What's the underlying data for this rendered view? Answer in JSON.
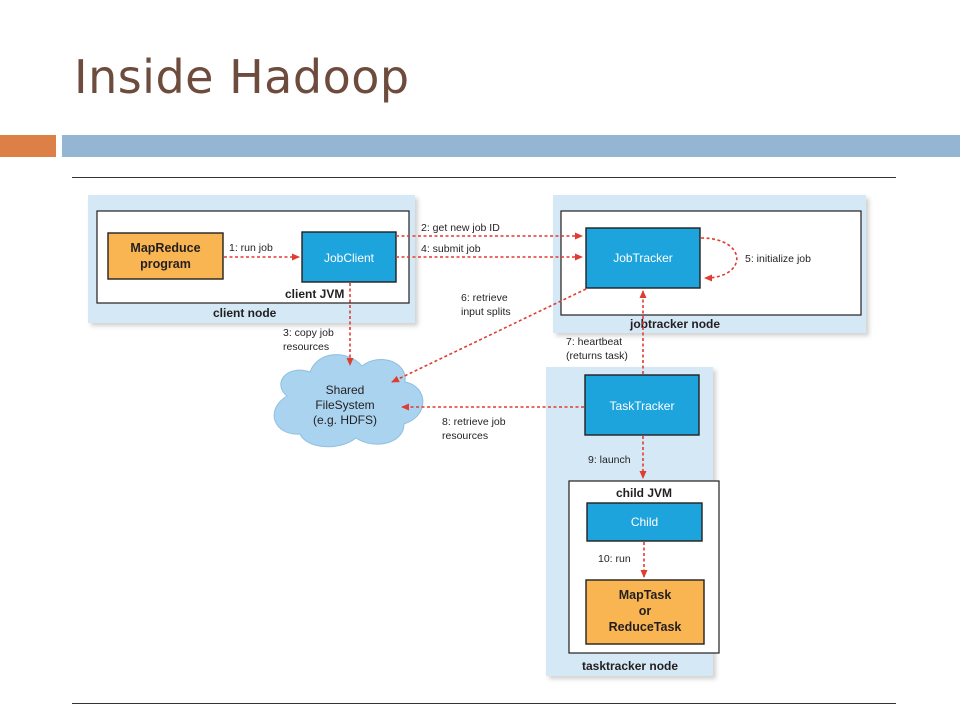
{
  "slide": {
    "title": "Inside Hadoop"
  },
  "diagram": {
    "nodes": {
      "client_node": "client node",
      "client_jvm": "client JVM",
      "mapreduce_program": [
        "MapReduce",
        "program"
      ],
      "jobclient": "JobClient",
      "jobtracker_node": "jobtracker node",
      "jobtracker": "JobTracker",
      "shared_fs": [
        "Shared",
        "FileSystem",
        "(e.g. HDFS)"
      ],
      "tasktracker_node": "tasktracker node",
      "tasktracker": "TaskTracker",
      "child_jvm": "child JVM",
      "child": "Child",
      "maptask": [
        "MapTask",
        "or",
        "ReduceTask"
      ]
    },
    "steps": {
      "s1": [
        "1: run job"
      ],
      "s2": [
        "2: get new job ID"
      ],
      "s3": [
        "3: copy job",
        "resources"
      ],
      "s4": [
        "4: submit job"
      ],
      "s5": [
        "5: initialize job"
      ],
      "s6": [
        "6: retrieve",
        "input splits"
      ],
      "s7": [
        "7: heartbeat",
        "(returns task)"
      ],
      "s8": [
        "8: retrieve job",
        "resources"
      ],
      "s9": [
        "9: launch"
      ],
      "s10": [
        "10: run"
      ]
    },
    "colors": {
      "node_fill": "#d4e8f5",
      "process_fill": "#1ea4dd",
      "program_fill": "#f9b551",
      "arrow": "#e03c31",
      "cloud_fill": "#a9d3ef"
    }
  }
}
